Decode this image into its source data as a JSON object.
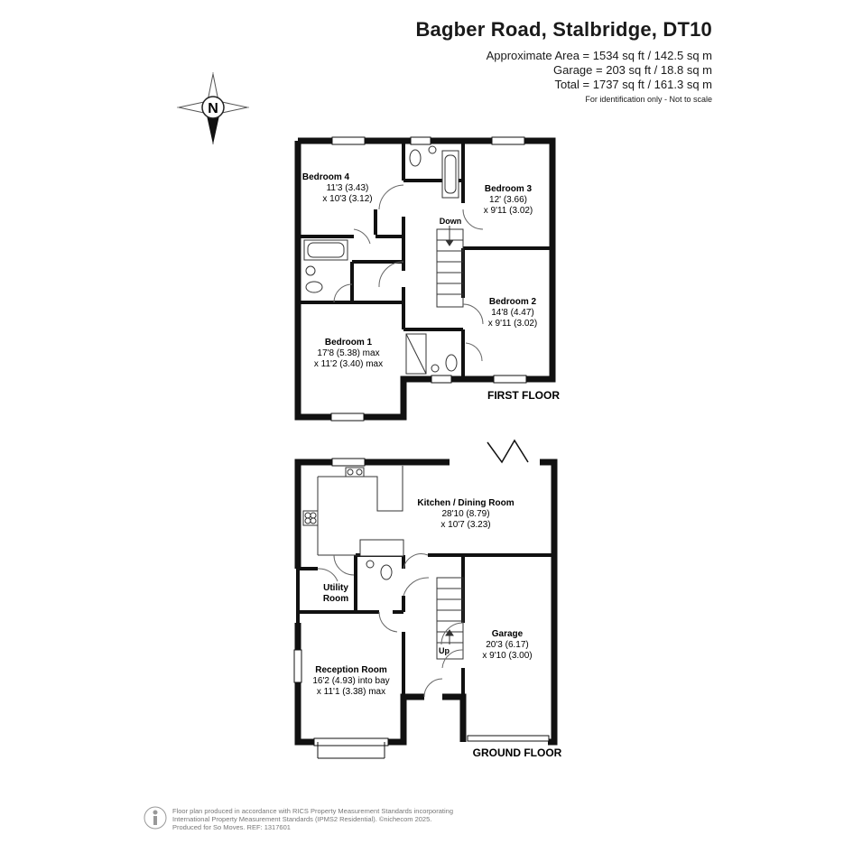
{
  "header": {
    "title": "Bagber Road, Stalbridge, DT10",
    "area_line": "Approximate Area = 1534 sq ft / 142.5 sq m",
    "garage_line": "Garage = 203 sq ft / 18.8 sq m",
    "total_line": "Total = 1737 sq ft / 161.3 sq m",
    "disclaimer": "For identification only - Not to scale"
  },
  "compass": {
    "label": "N"
  },
  "first_floor": {
    "label": "FIRST FLOOR",
    "stair_label": "Down",
    "rooms": {
      "bedroom4": {
        "name": "Bedroom 4",
        "dim1": "11'3 (3.43)",
        "dim2": "x 10'3 (3.12)"
      },
      "bedroom3": {
        "name": "Bedroom 3",
        "dim1": "12' (3.66)",
        "dim2": "x 9'11 (3.02)"
      },
      "bedroom2": {
        "name": "Bedroom 2",
        "dim1": "14'8 (4.47)",
        "dim2": "x 9'11 (3.02)"
      },
      "bedroom1": {
        "name": "Bedroom 1",
        "dim1": "17'8 (5.38) max",
        "dim2": "x 11'2 (3.40) max"
      }
    }
  },
  "ground_floor": {
    "label": "GROUND FLOOR",
    "stair_label": "Up",
    "rooms": {
      "kitchen": {
        "name": "Kitchen / Dining Room",
        "dim1": "28'10 (8.79)",
        "dim2": "x 10'7 (3.23)"
      },
      "utility": {
        "name1": "Utility",
        "name2": "Room"
      },
      "garage": {
        "name": "Garage",
        "dim1": "20'3 (6.17)",
        "dim2": "x 9'10 (3.00)"
      },
      "reception": {
        "name": "Reception Room",
        "dim1": "16'2 (4.93) into bay",
        "dim2": "x 11'1 (3.38) max"
      }
    }
  },
  "footer": {
    "line1": "Floor plan produced in accordance with RICS Property Measurement Standards incorporating",
    "line2": "International Property Measurement Standards (IPMS2 Residential).  ©nichecom 2025.",
    "line3": "Produced for So Moves.   REF:  1317601"
  }
}
